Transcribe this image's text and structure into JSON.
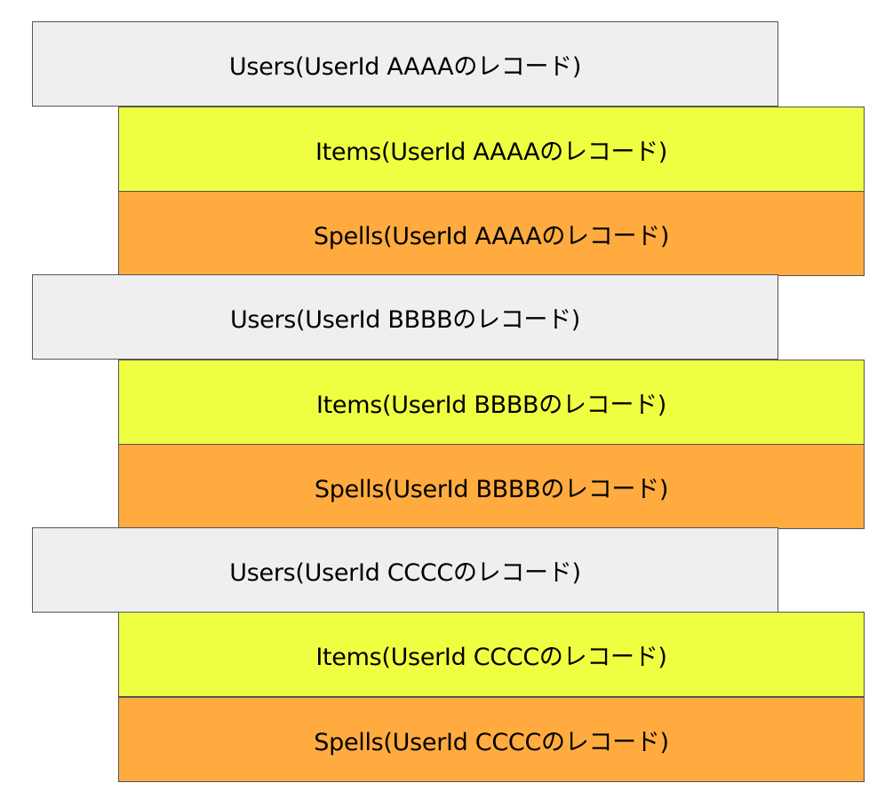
{
  "colors": {
    "users": "#efefef",
    "items": "#eeff41",
    "spells": "#ffab40",
    "border": "#555555"
  },
  "groups": [
    {
      "users": "Users(UserId AAAAのレコード)",
      "items": "Items(UserId AAAAのレコード)",
      "spells": "Spells(UserId AAAAのレコード)"
    },
    {
      "users": "Users(UserId BBBBのレコード)",
      "items": "Items(UserId BBBBのレコード)",
      "spells": "Spells(UserId BBBBのレコード)"
    },
    {
      "users": "Users(UserId CCCCのレコード)",
      "items": "Items(UserId CCCCのレコード)",
      "spells": "Spells(UserId CCCCのレコード)"
    }
  ]
}
